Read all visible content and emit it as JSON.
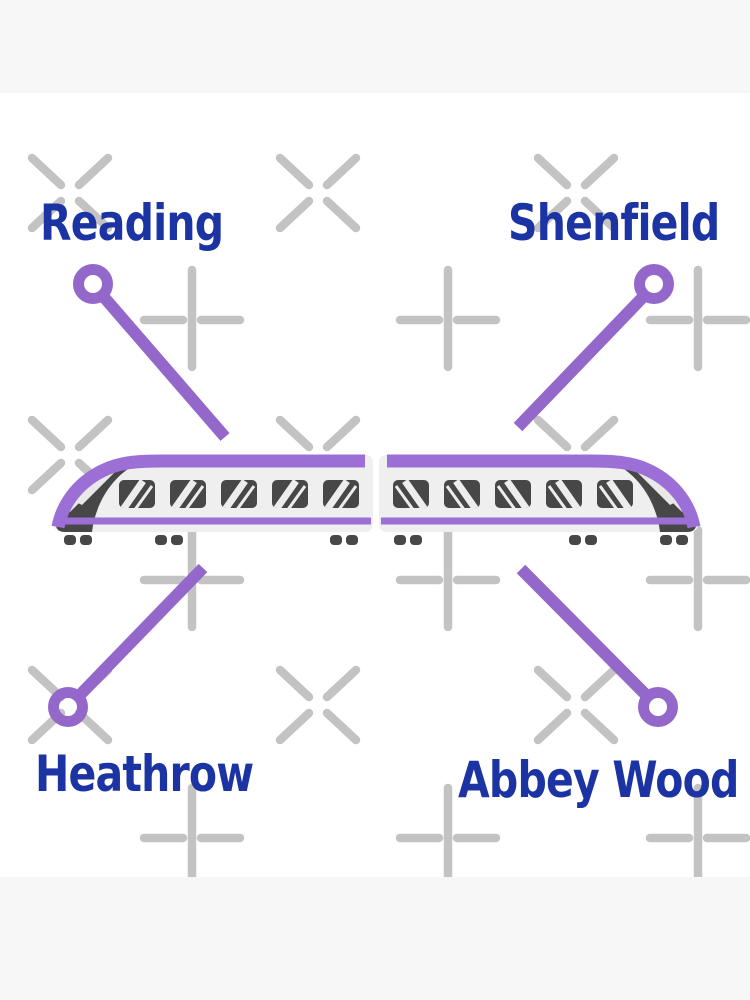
{
  "artwork": {
    "stations": {
      "reading": "Reading",
      "shenfield": "Shenfield",
      "heathrow": "Heathrow",
      "abbey_wood": "Abbey Wood"
    },
    "colors": {
      "page_bg": "#F7F7F7",
      "canvas_bg": "#FFFFFF",
      "route_purple": "#9467CB",
      "train_purple": "#9C6FD6",
      "station_label_blue": "#1C33A4",
      "watermark_gray": "#C3C3C3",
      "train_body_gray": "#EFEFEF",
      "train_dark_gray": "#474747"
    }
  }
}
